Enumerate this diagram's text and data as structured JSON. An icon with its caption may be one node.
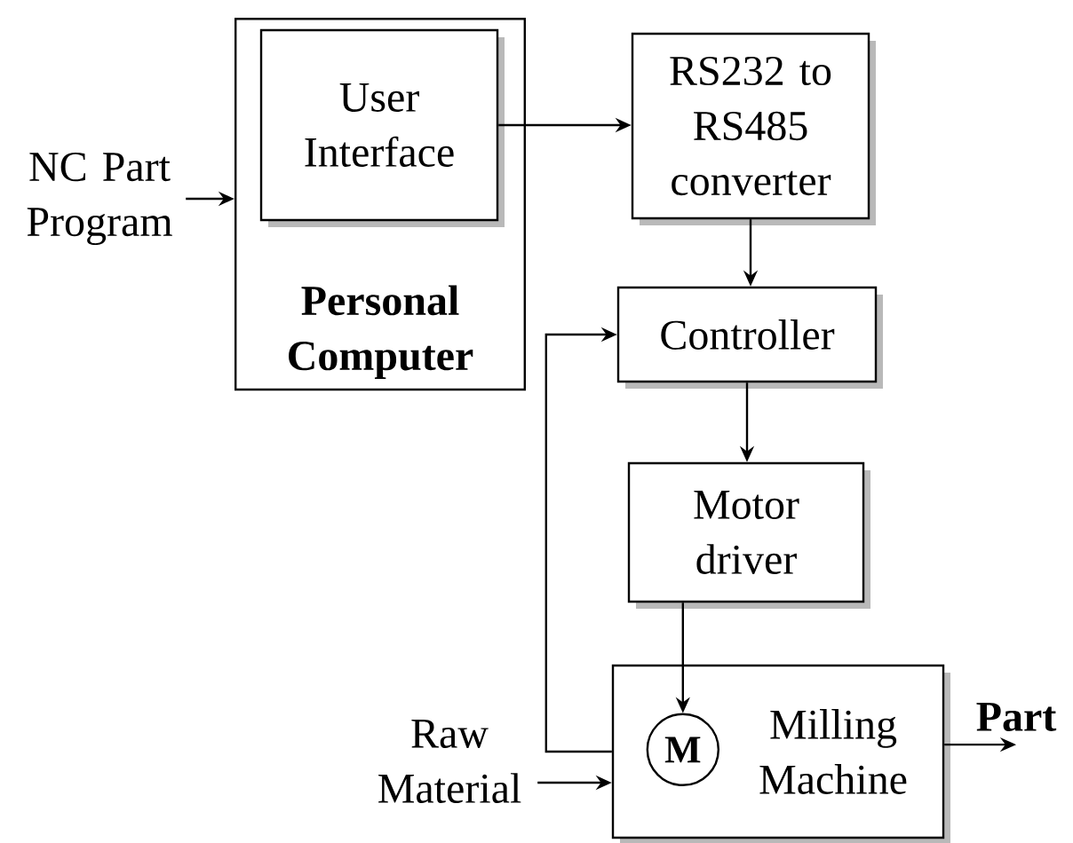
{
  "diagram": {
    "nodes": [
      {
        "text": [
          "Personal Computer"
        ]
      },
      {
        "text": [
          "User Interface"
        ],
        "in": 0
      },
      {
        "text": [
          "RS232 to RS485 converter"
        ]
      },
      {
        "text": [
          "Controller"
        ]
      },
      {
        "text": [
          "Motor driver"
        ]
      },
      {
        "text": [
          "Milling Machine"
        ]
      },
      {
        "text": [
          "M"
        ],
        "in": 5
      },
      {
        "text": [
          "NC Part Program"
        ]
      },
      {
        "text": [
          "Raw Material"
        ]
      },
      {
        "text": [
          "Part"
        ]
      }
    ],
    "edges": [
      {
        "from": 7,
        "to": 0,
        "arrow": "to"
      },
      {
        "from": 1,
        "to": 2,
        "arrow": "to"
      },
      {
        "from": 2,
        "to": 3,
        "arrow": "to"
      },
      {
        "from": 3,
        "to": 4,
        "arrow": "to"
      },
      {
        "from": 4,
        "to": 6,
        "arrow": "to"
      },
      {
        "from": 5,
        "to": 3,
        "arrow": "to"
      },
      {
        "from": 8,
        "to": 5,
        "arrow": "to"
      },
      {
        "from": 5,
        "to": 9,
        "arrow": "to"
      }
    ]
  }
}
